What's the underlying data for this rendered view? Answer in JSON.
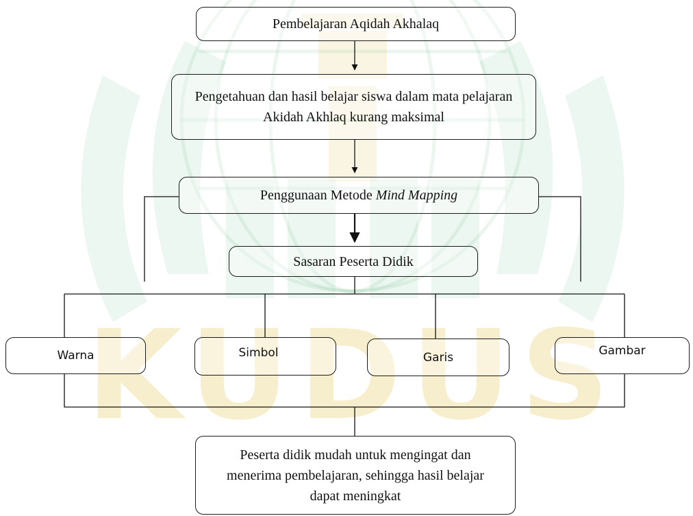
{
  "diagram": {
    "top": "Pembelajaran Aqidah Akhalaq",
    "problem": "Pengetahuan dan hasil belajar siswa dalam mata pelajaran Akidah Akhlaq kurang maksimal",
    "method": {
      "prefix": "Penggunaan Metode ",
      "emphasis": "Mind Mapping"
    },
    "target": "Sasaran Peserta Didik",
    "elements": [
      "Warna",
      "Simbol",
      "Garis",
      "Gambar"
    ],
    "result": "Peserta didik mudah untuk mengingat dan menerima pembelajaran, sehingga hasil belajar dapat meningkat"
  },
  "watermark": {
    "text": "KUDUS",
    "green": "#1f9a4a",
    "gold": "#e3c14f"
  }
}
